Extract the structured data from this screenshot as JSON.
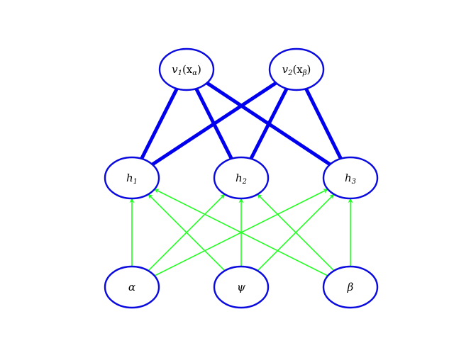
{
  "colors": {
    "node_stroke": "#0a0adf",
    "weight_edge": "#0000ee",
    "arrow_edge": "#22ff22",
    "background": "#ffffff",
    "text": "#000000"
  },
  "nodes": {
    "v1": {
      "label_main": "v",
      "label_sub": "1",
      "label_suffix": "(x",
      "label_suffix_sub": "α",
      "label_close": ")"
    },
    "v2": {
      "label_main": "v",
      "label_sub": "2",
      "label_suffix": "(x",
      "label_suffix_sub": "β",
      "label_close": ")"
    },
    "h1": {
      "label_main": "h",
      "label_sub": "1"
    },
    "h2": {
      "label_main": "h",
      "label_sub": "2"
    },
    "h3": {
      "label_main": "h",
      "label_sub": "3"
    },
    "alpha": {
      "label": "α"
    },
    "psi": {
      "label": "ψ"
    },
    "beta": {
      "label": "β"
    }
  },
  "weight_edges": [
    {
      "from": "v1",
      "to": "h1"
    },
    {
      "from": "v1",
      "to": "h2"
    },
    {
      "from": "v1",
      "to": "h3"
    },
    {
      "from": "v2",
      "to": "h1"
    },
    {
      "from": "v2",
      "to": "h2"
    },
    {
      "from": "v2",
      "to": "h3"
    }
  ],
  "arrow_edges": [
    {
      "from": "alpha",
      "to": "h1"
    },
    {
      "from": "alpha",
      "to": "h2"
    },
    {
      "from": "alpha",
      "to": "h3"
    },
    {
      "from": "psi",
      "to": "h1"
    },
    {
      "from": "psi",
      "to": "h2"
    },
    {
      "from": "psi",
      "to": "h3"
    },
    {
      "from": "beta",
      "to": "h1"
    },
    {
      "from": "beta",
      "to": "h2"
    },
    {
      "from": "beta",
      "to": "h3"
    }
  ]
}
